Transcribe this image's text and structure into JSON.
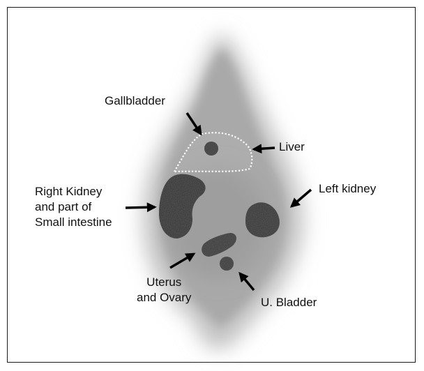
{
  "figure": {
    "labels": {
      "gallbladder": "Gallbladder",
      "liver": "Liver",
      "right_kidney": "Right Kidney\nand part of\nSmall intestine",
      "left_kidney": "Left kidney",
      "uterus_ovary": "Uterus\nand Ovary",
      "bladder": "U. Bladder"
    },
    "colors": {
      "background": "#ffffff",
      "body_silhouette": "#b9b9b9",
      "organ_fill": "#2e2e2e",
      "outline_dotted": "#ffffff",
      "arrow": "#000000",
      "frame_border": "#1a1a1a"
    }
  }
}
